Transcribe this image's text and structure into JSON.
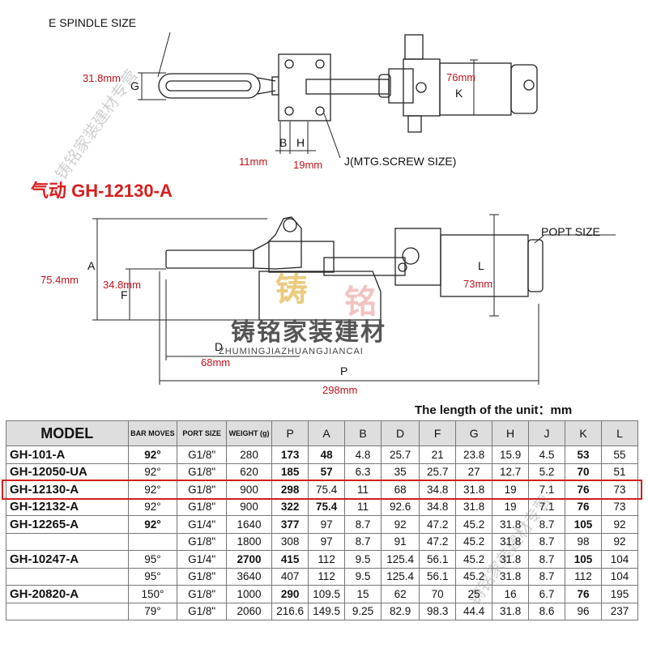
{
  "drawing": {
    "spindle_label": "E SPINDLE SIZE",
    "g_dim_letter": "G",
    "g_value": "31.8mm",
    "k_value": "76mm",
    "k_dim_letter": "K",
    "b_dim_letter": "B",
    "h_dim_letter": "H",
    "b_value": "11mm",
    "h_value": "19mm",
    "screw_label": "J(MTG.SCREW SIZE)",
    "model_title": "气动 GH-12130-A",
    "port_label": "POPT SIZE",
    "a_dim_letter": "A",
    "a_value": "75.4mm",
    "f_dim_letter": "F",
    "f_value": "34.8mm",
    "l_dim_letter": "L",
    "l_value": "73mm",
    "d_dim_letter": "D",
    "d_value": "68mm",
    "p_dim_letter": "P",
    "p_value": "298mm"
  },
  "watermark": {
    "char1": "铸",
    "char2": "铭",
    "company": "铸铭家装建材",
    "pinyin": "ZHUMINGJIAZHUANGJIANCAI",
    "diag_text": "铸铭家装建材专营"
  },
  "unit_note": "The length of the unit：mm",
  "table": {
    "headers": [
      "MODEL",
      "BAR MOVES",
      "PORT SIZE",
      "WEIGHT (g)",
      "P",
      "A",
      "B",
      "D",
      "F",
      "G",
      "H",
      "J",
      "K",
      "L"
    ],
    "rows": [
      [
        "GH-101-A",
        "92°",
        "G1/8\"",
        "280",
        "173",
        "48",
        "4.8",
        "25.7",
        "21",
        "23.8",
        "15.9",
        "4.5",
        "53",
        "55"
      ],
      [
        "GH-12050-UA",
        "92°",
        "G1/8\"",
        "620",
        "185",
        "57",
        "6.3",
        "35",
        "25.7",
        "27",
        "12.7",
        "5.2",
        "70",
        "51"
      ],
      [
        "GH-12130-A",
        "92°",
        "G1/8\"",
        "900",
        "298",
        "75.4",
        "11",
        "68",
        "34.8",
        "31.8",
        "19",
        "7.1",
        "76",
        "73"
      ],
      [
        "GH-12132-A",
        "92°",
        "G1/8\"",
        "900",
        "322",
        "75.4",
        "11",
        "92.6",
        "34.8",
        "31.8",
        "19",
        "7.1",
        "76",
        "73"
      ],
      [
        "GH-12265-A",
        "92°",
        "G1/4\"",
        "1640",
        "377",
        "97",
        "8.7",
        "92",
        "47.2",
        "45.2",
        "31.8",
        "8.7",
        "105",
        "92"
      ],
      [
        "",
        "",
        "G1/8\"",
        "1800",
        "308",
        "97",
        "8.7",
        "91",
        "47.2",
        "45.2",
        "31.8",
        "8.7",
        "98",
        "92"
      ],
      [
        "GH-10247-A",
        "95°",
        "G1/4\"",
        "2700",
        "415",
        "112",
        "9.5",
        "125.4",
        "56.1",
        "45.2",
        "31.8",
        "8.7",
        "105",
        "104"
      ],
      [
        "",
        "95°",
        "G1/8\"",
        "3640",
        "407",
        "112",
        "9.5",
        "125.4",
        "56.1",
        "45.2",
        "31.8",
        "8.7",
        "112",
        "104"
      ],
      [
        "GH-20820-A",
        "150°",
        "G1/8\"",
        "1000",
        "290",
        "109.5",
        "15",
        "62",
        "70",
        "25",
        "16",
        "6.7",
        "76",
        "195"
      ],
      [
        "",
        "79°",
        "G1/8\"",
        "2060",
        "216.6",
        "149.5",
        "9.25",
        "82.9",
        "98.3",
        "44.4",
        "31.8",
        "8.6",
        "96",
        "237"
      ]
    ]
  }
}
